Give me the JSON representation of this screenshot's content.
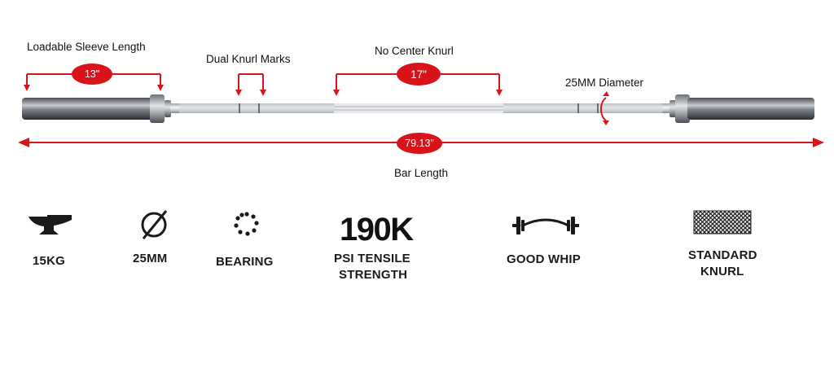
{
  "annotations": {
    "sleeve": {
      "label": "Loadable Sleeve Length",
      "value": "13\""
    },
    "knurl_marks": {
      "label": "Dual Knurl Marks"
    },
    "center": {
      "label": "No Center Knurl",
      "value": "17\""
    },
    "diameter": {
      "label": "25MM Diameter"
    },
    "bar_length": {
      "label": "Bar Length",
      "value": "79.13\""
    }
  },
  "features": [
    {
      "icon": "anvil-icon",
      "line1": "15KG",
      "line2": ""
    },
    {
      "icon": "diameter-icon",
      "line1": "25MM",
      "line2": ""
    },
    {
      "icon": "bearing-icon",
      "line1": "BEARING",
      "line2": ""
    },
    {
      "icon": "tensile-icon",
      "big": "190K",
      "line1": "PSI TENSILE",
      "line2": "STRENGTH"
    },
    {
      "icon": "barbell-whip-icon",
      "line1": "GOOD WHIP",
      "line2": ""
    },
    {
      "icon": "knurl-pattern-icon",
      "line1": "STANDARD",
      "line2": "KNURL"
    }
  ],
  "colors": {
    "accent": "#d8141a",
    "text": "#111111",
    "steel": "#8a8f96"
  }
}
